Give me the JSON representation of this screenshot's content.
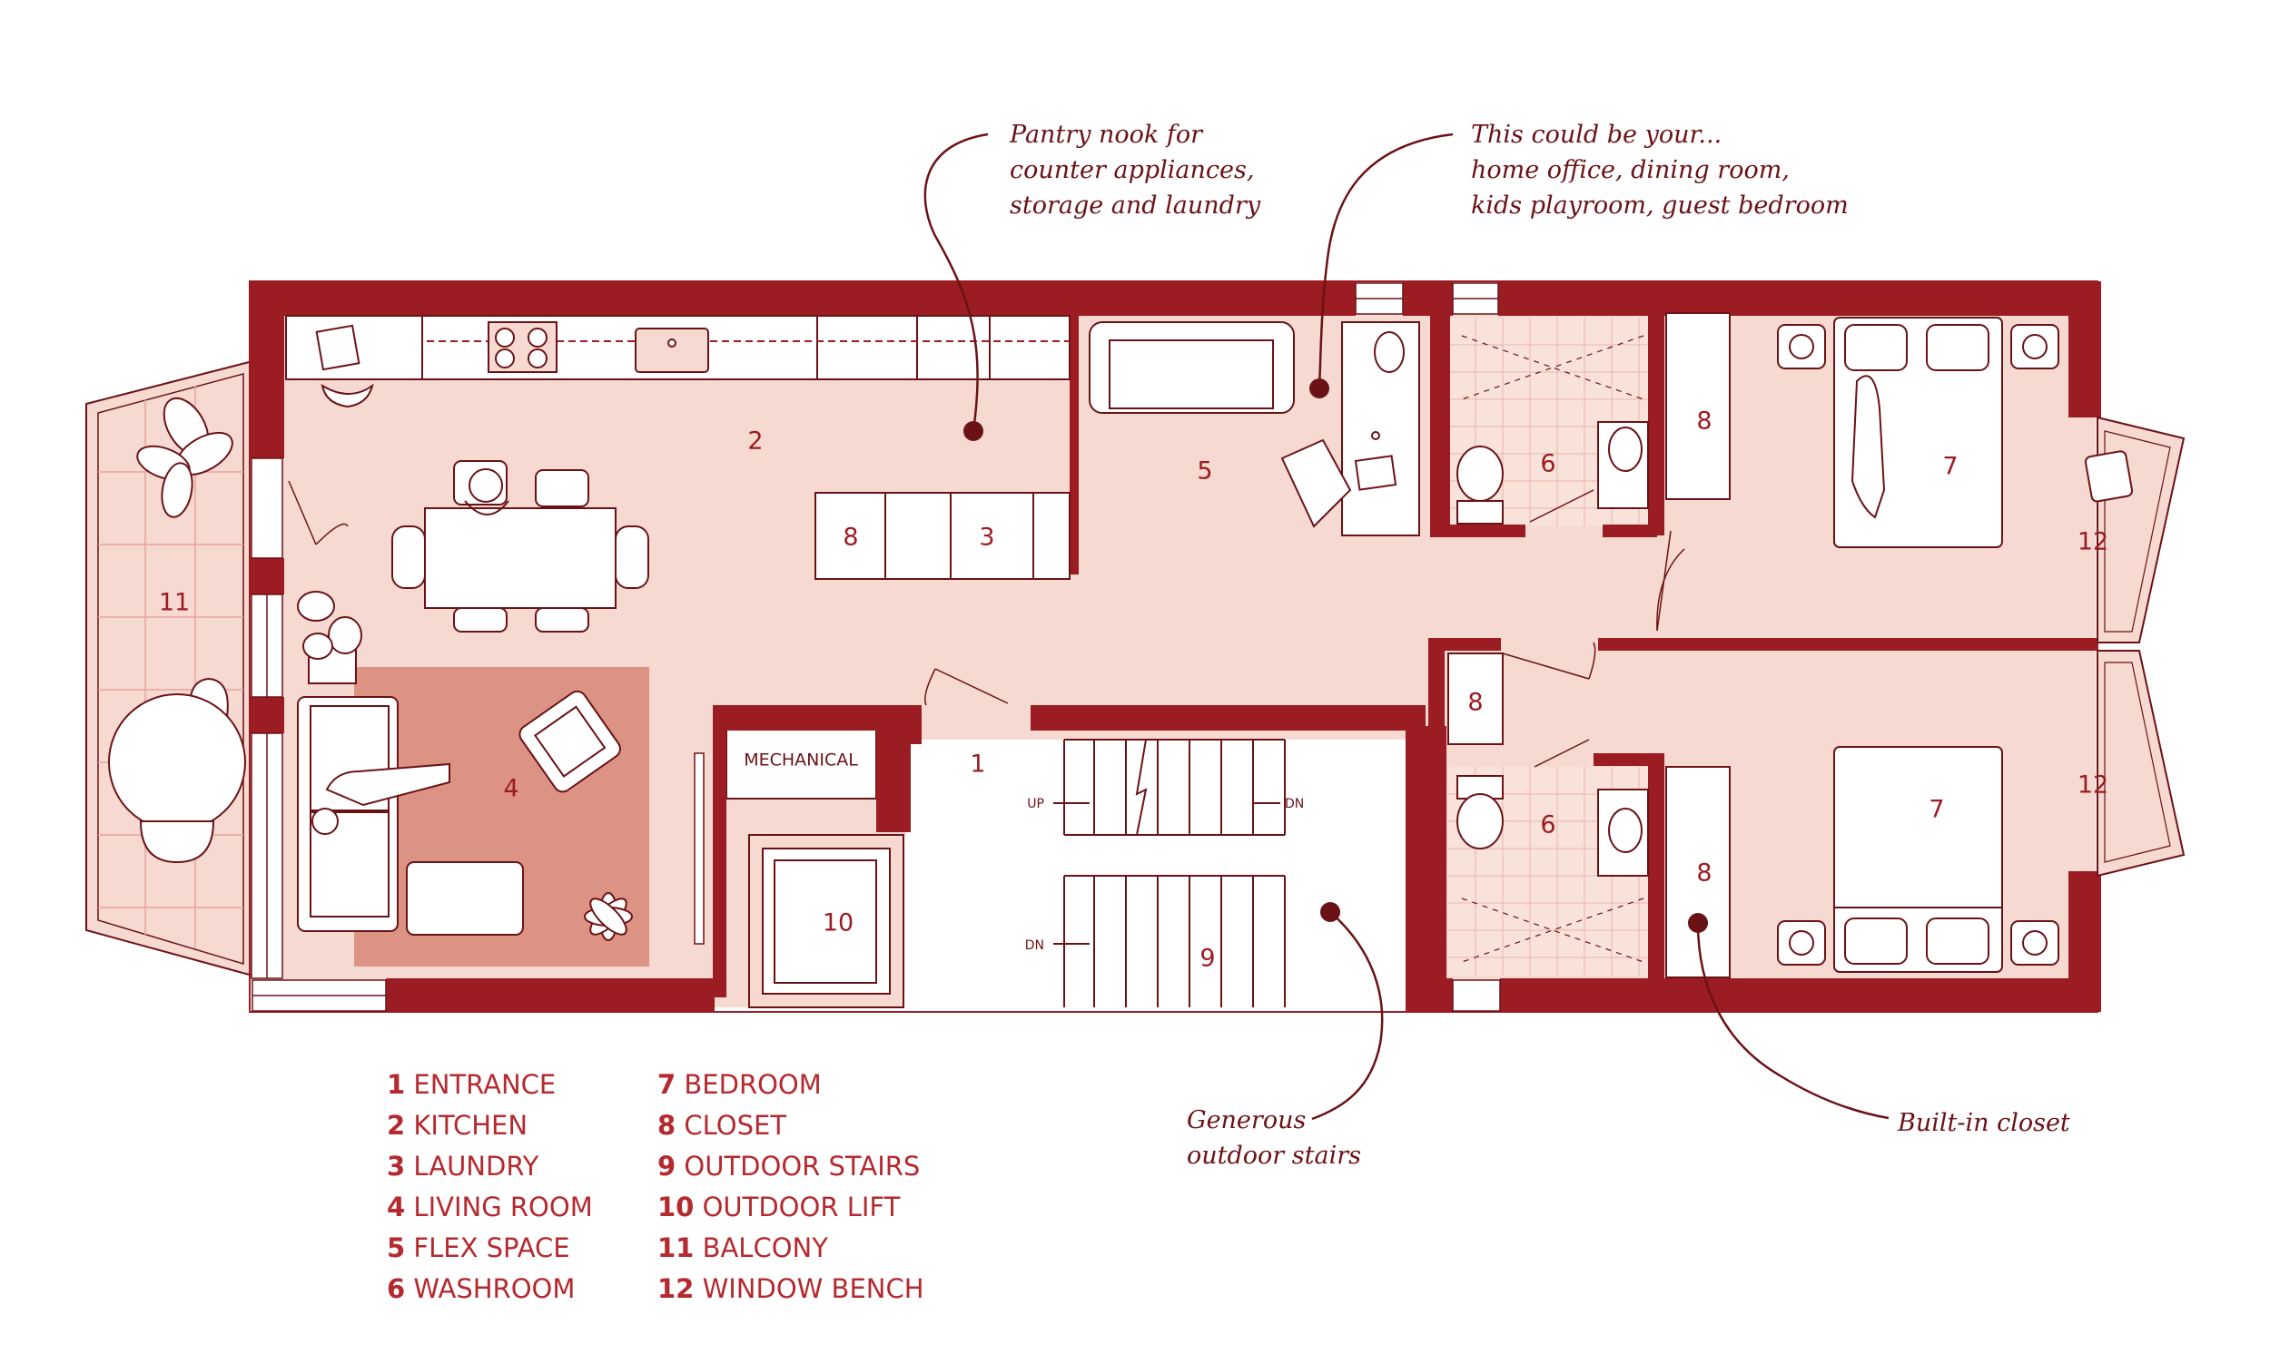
{
  "colors": {
    "wall": "#9b1c22",
    "floor": "#f6d9d0",
    "rug": "#dc9383",
    "line": "#6b1216",
    "legend": "#b42a2f",
    "white": "#ffffff"
  },
  "rooms": {
    "entrance": "1",
    "kitchen": "2",
    "laundry": "3",
    "living": "4",
    "flex": "5",
    "washroom_top": "6",
    "washroom_bottom": "6",
    "bedroom_top": "7",
    "bedroom_bottom": "7",
    "closet_kitchen": "8",
    "closet_top": "8",
    "closet_hall": "8",
    "closet_bottom": "8",
    "outdoor_stairs": "9",
    "outdoor_lift": "10",
    "balcony": "11",
    "bench_top": "12",
    "bench_bottom": "12"
  },
  "labels": {
    "mechanical": "MECHANICAL",
    "up": "UP",
    "dn_right": "DN",
    "dn_left": "DN"
  },
  "notes": {
    "pantry": [
      "Pantry nook for",
      "counter appliances,",
      "storage and laundry"
    ],
    "flex": [
      "This could be your...",
      "home office, dining room,",
      "kids playroom, guest bedroom"
    ],
    "stairs": [
      "Generous",
      "outdoor stairs"
    ],
    "closet": [
      "Built-in closet"
    ]
  },
  "legend": [
    {
      "num": "1",
      "label": "ENTRANCE"
    },
    {
      "num": "2",
      "label": "KITCHEN"
    },
    {
      "num": "3",
      "label": "LAUNDRY"
    },
    {
      "num": "4",
      "label": "LIVING ROOM"
    },
    {
      "num": "5",
      "label": "FLEX SPACE"
    },
    {
      "num": "6",
      "label": "WASHROOM"
    },
    {
      "num": "7",
      "label": "BEDROOM"
    },
    {
      "num": "8",
      "label": "CLOSET"
    },
    {
      "num": "9",
      "label": "OUTDOOR STAIRS"
    },
    {
      "num": "10",
      "label": "OUTDOOR LIFT"
    },
    {
      "num": "11",
      "label": "BALCONY"
    },
    {
      "num": "12",
      "label": "WINDOW BENCH"
    }
  ]
}
